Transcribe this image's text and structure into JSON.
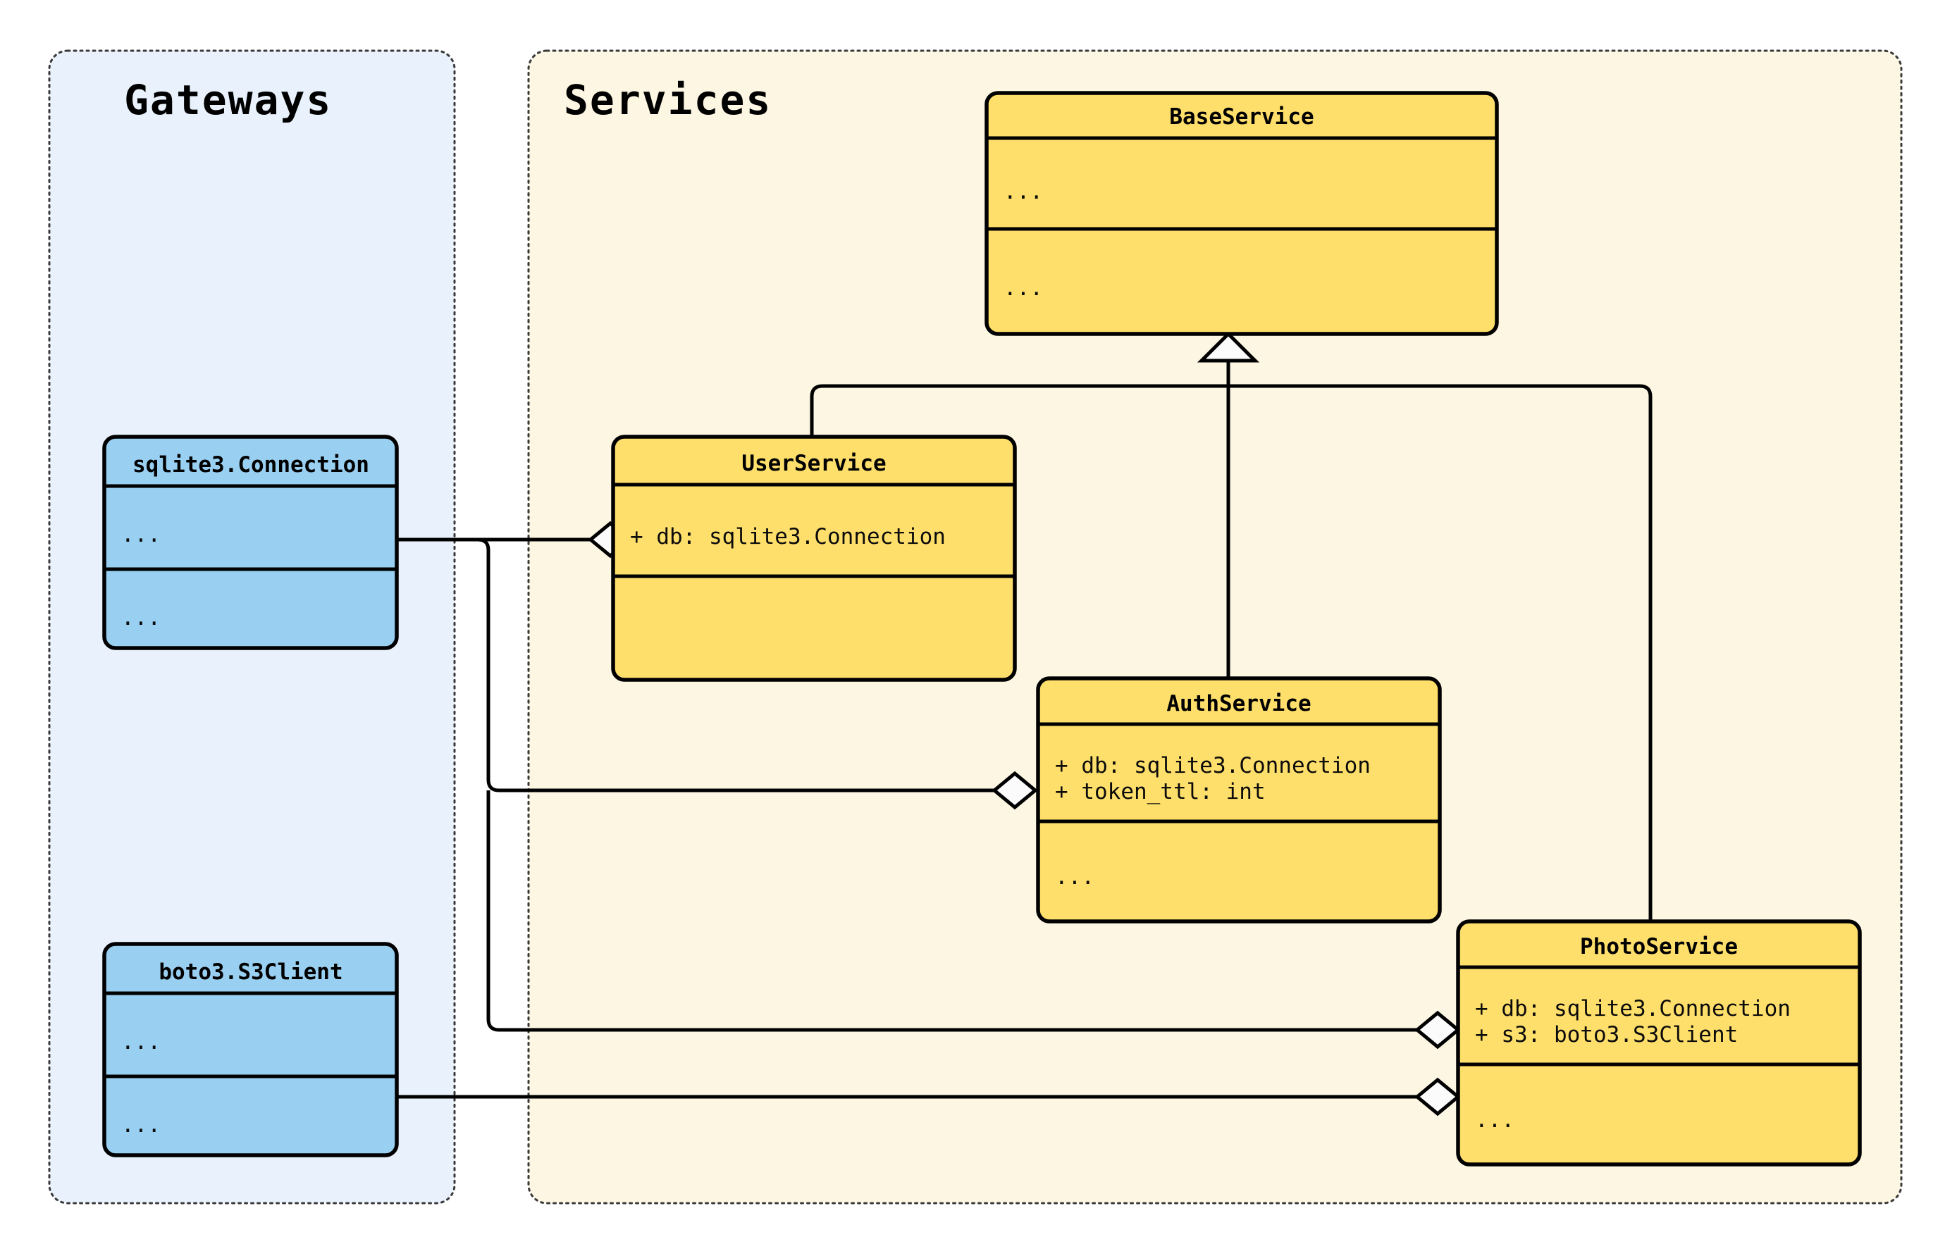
{
  "diagram": {
    "type": "uml-class-diagram",
    "background": "#ffffff",
    "packages": [
      {
        "id": "gateways",
        "title": "Gateways",
        "fill": "#e9f2fc",
        "border": "#3a3a3a"
      },
      {
        "id": "services",
        "title": "Services",
        "fill": "#fdf6e3",
        "border": "#3a3a3a"
      }
    ],
    "colors": {
      "gateway_class_fill": "#99cff0",
      "service_class_fill": "#ffdf6b",
      "class_stroke": "#000000",
      "edge_stroke": "#000000",
      "marker_fill": "#fbfbfb"
    },
    "classes": [
      {
        "id": "sqlite3-connection",
        "name": "sqlite3.Connection",
        "package": "gateways",
        "fill": "#99cff0",
        "attributes": [
          "..."
        ],
        "methods": [
          "..."
        ]
      },
      {
        "id": "boto3-s3client",
        "name": "boto3.S3Client",
        "package": "gateways",
        "fill": "#99cff0",
        "attributes": [
          "..."
        ],
        "methods": [
          "..."
        ]
      },
      {
        "id": "baseservice",
        "name": "BaseService",
        "package": "services",
        "fill": "#ffdf6b",
        "attributes": [
          "..."
        ],
        "methods": [
          "..."
        ]
      },
      {
        "id": "userservice",
        "name": "UserService",
        "package": "services",
        "fill": "#ffdf6b",
        "attributes": [
          "+ db: sqlite3.Connection"
        ],
        "methods": [
          ""
        ]
      },
      {
        "id": "authservice",
        "name": "AuthService",
        "package": "services",
        "fill": "#ffdf6b",
        "attributes": [
          "+ db: sqlite3.Connection",
          "+ token_ttl: int"
        ],
        "methods": [
          "..."
        ]
      },
      {
        "id": "photoservice",
        "name": "PhotoService",
        "package": "services",
        "fill": "#ffdf6b",
        "attributes": [
          "+ db: sqlite3.Connection",
          "+ s3: boto3.S3Client"
        ],
        "methods": [
          "..."
        ]
      }
    ],
    "relationships": [
      {
        "id": "gen-user-base",
        "type": "generalization",
        "from": "userservice",
        "to": "baseservice"
      },
      {
        "id": "gen-auth-base",
        "type": "generalization",
        "from": "authservice",
        "to": "baseservice"
      },
      {
        "id": "gen-photo-base",
        "type": "generalization",
        "from": "photoservice",
        "to": "baseservice"
      },
      {
        "id": "agg-sqlite-user",
        "type": "aggregation",
        "from": "sqlite3-connection",
        "to": "userservice"
      },
      {
        "id": "agg-sqlite-auth",
        "type": "aggregation",
        "from": "sqlite3-connection",
        "to": "authservice"
      },
      {
        "id": "agg-sqlite-photo",
        "type": "aggregation",
        "from": "sqlite3-connection",
        "to": "photoservice"
      },
      {
        "id": "agg-s3-photo",
        "type": "aggregation",
        "from": "boto3-s3client",
        "to": "photoservice"
      }
    ]
  }
}
